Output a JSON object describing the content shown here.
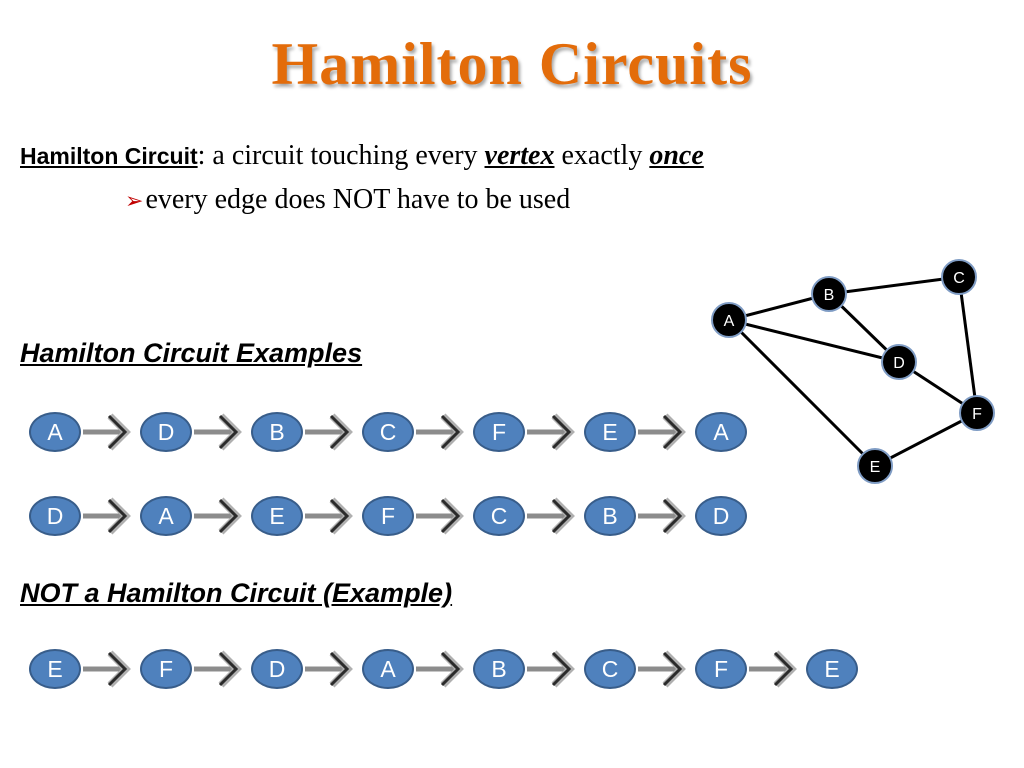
{
  "title": "Hamilton Circuits",
  "definition": {
    "term": "Hamilton Circuit",
    "colon_text": ": a circuit touching every ",
    "emph1": "vertex",
    "middle": " exactly ",
    "emph2": "once"
  },
  "bullet": {
    "mark": "➢",
    "text": "every edge does NOT have to be used"
  },
  "examples_heading": "Hamilton Circuit Examples",
  "example1": [
    "A",
    "D",
    "B",
    "C",
    "F",
    "E",
    "A"
  ],
  "example2": [
    "D",
    "A",
    "E",
    "F",
    "C",
    "B",
    "D"
  ],
  "not_heading": "NOT a Hamilton Circuit (Example)",
  "not_example": [
    "E",
    "F",
    "D",
    "A",
    "B",
    "C",
    "F",
    "E"
  ],
  "graph": {
    "vertices": [
      "A",
      "B",
      "C",
      "D",
      "E",
      "F"
    ],
    "edges": [
      [
        "A",
        "B"
      ],
      [
        "B",
        "C"
      ],
      [
        "A",
        "D"
      ],
      [
        "B",
        "D"
      ],
      [
        "C",
        "F"
      ],
      [
        "D",
        "F"
      ],
      [
        "A",
        "E"
      ],
      [
        "E",
        "F"
      ]
    ]
  },
  "colors": {
    "title": "#e36c0a",
    "node_fill": "#4f81bd",
    "node_border": "#385d8a",
    "graph_node": "#000000",
    "bullet": "#c00000"
  }
}
